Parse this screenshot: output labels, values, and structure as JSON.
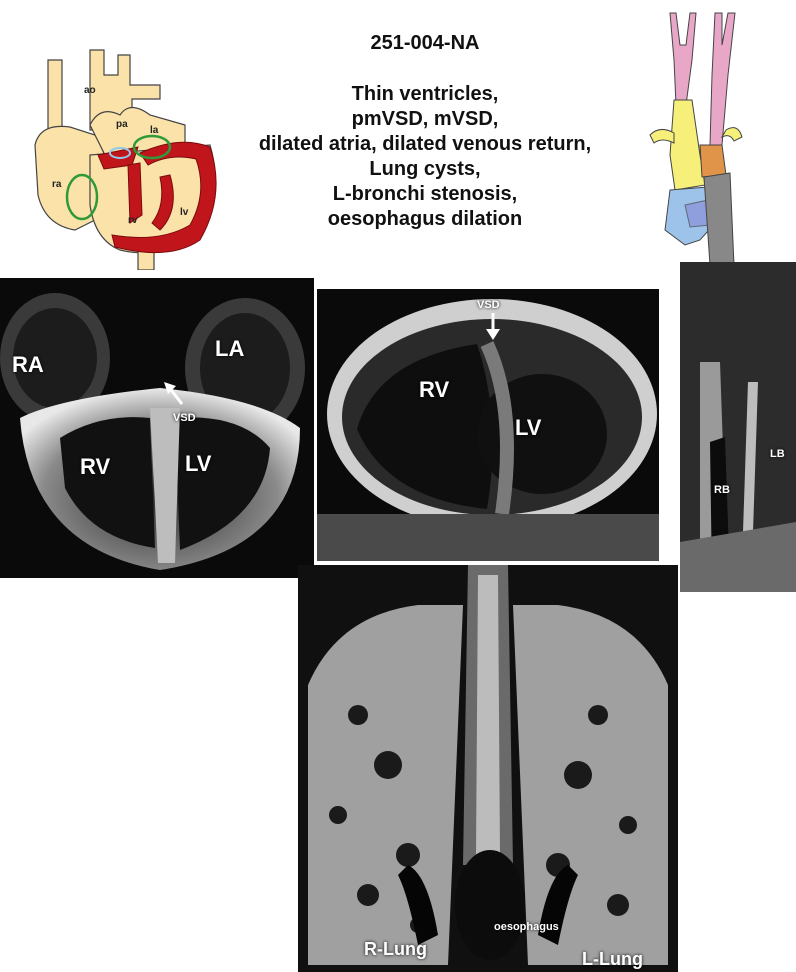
{
  "sample_id": "251-004-NA",
  "findings": [
    "Thin ventricles,",
    "pmVSD, mVSD,",
    "dilated atria, dilated venous return,",
    "Lung cysts,",
    "L-bronchi stenosis,",
    "oesophagus dilation"
  ],
  "heart_diagram": {
    "labels": {
      "ao": "ao",
      "pa": "pa",
      "la": "la",
      "ra": "ra",
      "rv": "rv",
      "lv": "lv"
    },
    "colors": {
      "vessel": "#fbe2a8",
      "muscle": "#c0161b",
      "highlight": "#2e9a3a",
      "outline": "#444444"
    }
  },
  "airway_diagram": {
    "colors": {
      "trachea": "#f6f07a",
      "esophagus": "#e9a7c8",
      "bronchi": "#9ec3ea",
      "orange": "#e0944a",
      "gray": "#888888"
    }
  },
  "panels": {
    "four_chamber": {
      "labels": {
        "ra": "RA",
        "la": "LA",
        "rv": "RV",
        "lv": "LV",
        "vsd": "VSD"
      }
    },
    "short_axis": {
      "labels": {
        "vsd": "VSD",
        "rv": "RV",
        "lv": "LV"
      }
    },
    "bronchi": {
      "labels": {
        "lb": "LB",
        "rb": "RB"
      }
    },
    "lungs": {
      "labels": {
        "oesophagus": "oesophagus",
        "r_lung": "R-Lung",
        "l_lung": "L-Lung"
      }
    }
  }
}
